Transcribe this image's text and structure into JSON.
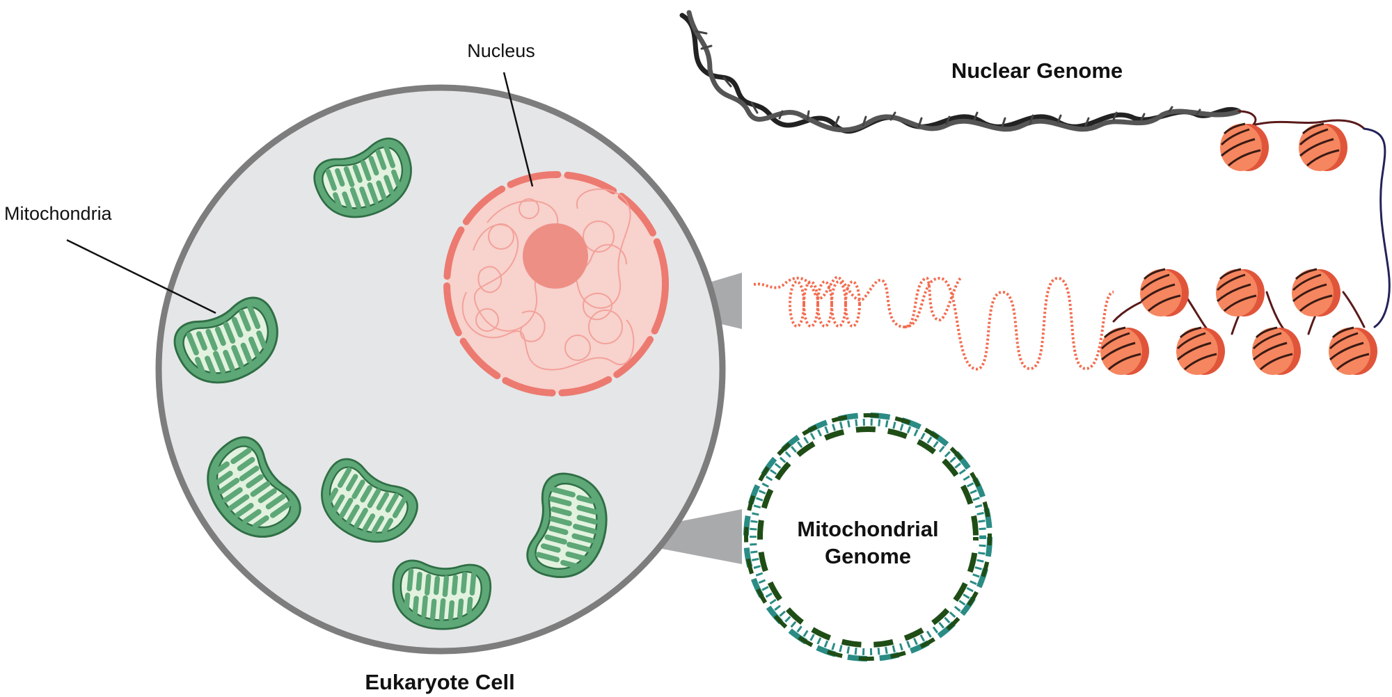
{
  "labels": {
    "nucleus": "Nucleus",
    "mitochondria": "Mitochondria",
    "eukaryote_cell": "Eukaryote Cell",
    "nuclear_genome": "Nuclear Genome",
    "mitochondrial_genome_line1": "Mitochondrial",
    "mitochondrial_genome_line2": "Genome"
  },
  "colors": {
    "cell_fill": "#e5e6e8",
    "cell_border": "#7d7d7d",
    "nucleus_fill": "#f8d2cd",
    "nucleus_border": "#ec7a70",
    "nucleolus": "#ee8f86",
    "mito_outer": "#4f9b6a",
    "mito_inner": "#dff0dc",
    "dna_black": "#2b2b2b",
    "chromatin_orange": "#f26c4f",
    "nucleosome": "#f58360",
    "mtdna_dark": "#1f4d16",
    "mtdna_teal": "#2a8c85",
    "callout_grey": "#a9aaac"
  }
}
